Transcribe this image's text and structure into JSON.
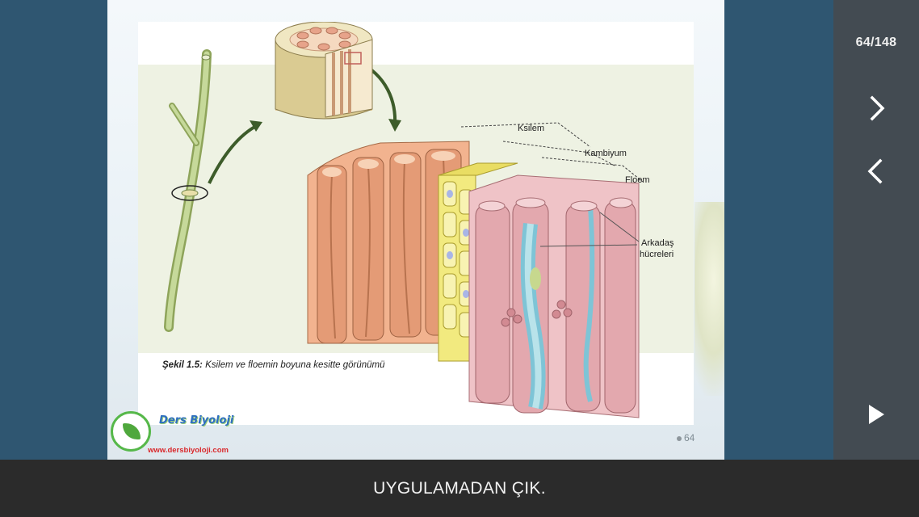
{
  "slide": {
    "figure": {
      "labels": {
        "ksilem": "Ksilem",
        "kambiyum": "Kambiyum",
        "floem": "Floem",
        "arkadas_line1": "Arkadaş",
        "arkadas_line2": "hücreleri"
      },
      "caption_bold": "Şekil 1.5:",
      "caption_text": " Ksilem ve floemin boyuna kesitte görünümü"
    },
    "logo": {
      "title": "Ders Biyoloji",
      "url": "www.dersbiyoloji.com"
    },
    "page_number": "64"
  },
  "rail": {
    "counter": "64/148",
    "next_icon": "chevron-right-icon",
    "prev_icon": "chevron-left-icon",
    "play_icon": "play-icon"
  },
  "bottom_bar": {
    "exit_label": "UYGULAMADAN ÇIK."
  },
  "colors": {
    "background": "#2f5671",
    "rail": "#434b52",
    "bottom_bar": "#2b2b2b"
  }
}
